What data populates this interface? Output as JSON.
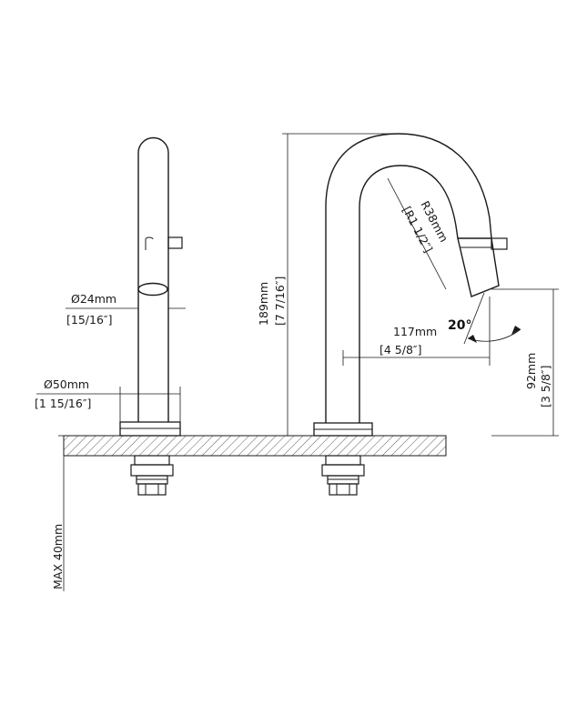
{
  "dimensions": {
    "pipe_dia_mm": "Ø24mm",
    "pipe_dia_in": "[15/16″]",
    "base_dia_mm": "Ø50mm",
    "base_dia_in": "[1 15/16″]",
    "height_mm": "189mm",
    "height_in": "[7 7/16″]",
    "radius_mm": "R38mm",
    "radius_in": "[R1 1/2″]",
    "reach_mm": "117mm",
    "reach_in": "[4 5/8″]",
    "angle": "20°",
    "outlet_height_mm": "92mm",
    "outlet_height_in": "[3 5/8″]",
    "max_thickness": "MAX  40mm"
  }
}
